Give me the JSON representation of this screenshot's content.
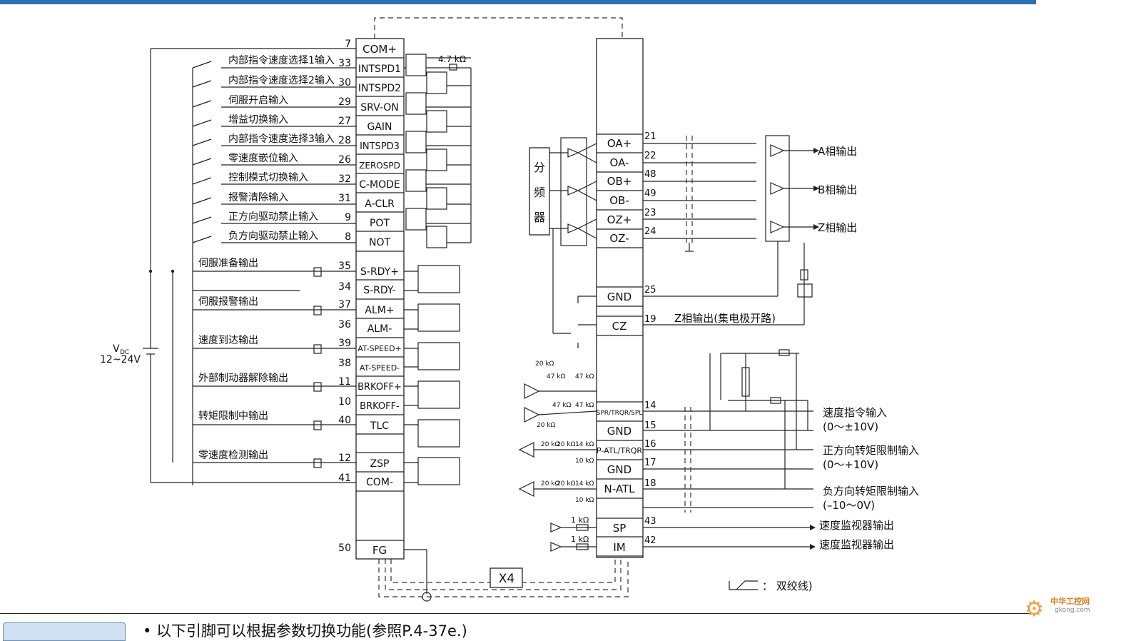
{
  "left_connector": [
    {
      "num": "7",
      "pin": "COM+",
      "label": ""
    },
    {
      "num": "33",
      "pin": "INTSPD1",
      "label": "内部指令速度选择1输入"
    },
    {
      "num": "30",
      "pin": "INTSPD2",
      "label": "内部指令速度选择2输入"
    },
    {
      "num": "29",
      "pin": "SRV-ON",
      "label": "伺服开启输入"
    },
    {
      "num": "27",
      "pin": "GAIN",
      "label": "增益切换输入"
    },
    {
      "num": "28",
      "pin": "INTSPD3",
      "label": "内部指令速度选择3输入"
    },
    {
      "num": "26",
      "pin": "ZEROSPD",
      "label": "零速度嵌位输入"
    },
    {
      "num": "32",
      "pin": "C-MODE",
      "label": "控制模式切换输入"
    },
    {
      "num": "31",
      "pin": "A-CLR",
      "label": "报警清除输入"
    },
    {
      "num": "9",
      "pin": "POT",
      "label": "正方向驱动禁止输入"
    },
    {
      "num": "8",
      "pin": "NOT",
      "label": "负方向驱动禁止输入"
    }
  ],
  "outputs": [
    {
      "label": "伺服准备输出",
      "n1": "35",
      "p1": "S-RDY+",
      "n2": "34",
      "p2": "S-RDY-"
    },
    {
      "label": "伺服报警输出",
      "n1": "37",
      "p1": "ALM+",
      "n2": "36",
      "p2": "ALM-"
    },
    {
      "label": "速度到达输出",
      "n1": "39",
      "p1": "AT-SPEED+",
      "n2": "38",
      "p2": "AT-SPEED-"
    },
    {
      "label": "外部制动器解除输出",
      "n1": "11",
      "p1": "BRKOFF+",
      "n2": "10",
      "p2": "BRKOFF-"
    },
    {
      "label": "转矩限制中输出",
      "n1": "40",
      "p1": "TLC",
      "n2": "",
      "p2": ""
    },
    {
      "label": "零速度检测输出",
      "n1": "12",
      "p1": "ZSP",
      "n2": "41",
      "p2": "COM-"
    }
  ],
  "fg": {
    "num": "50",
    "pin": "FG"
  },
  "resistor_4k7": "4.7 kΩ",
  "vdc": {
    "main": "V",
    "sub": "DC",
    "range": "12~24V"
  },
  "x4": "X4",
  "divider": [
    "分",
    "频",
    "器"
  ],
  "right_connector": [
    {
      "num": "21",
      "pin": "OA+"
    },
    {
      "num": "22",
      "pin": "OA-"
    },
    {
      "num": "48",
      "pin": "OB+"
    },
    {
      "num": "49",
      "pin": "OB-"
    },
    {
      "num": "23",
      "pin": "OZ+"
    },
    {
      "num": "24",
      "pin": "OZ-"
    },
    {
      "num": "25",
      "pin": "GND"
    },
    {
      "num": "19",
      "pin": "CZ"
    },
    {
      "num": "14",
      "pin": "SPR/TRQR/SPL"
    },
    {
      "num": "15",
      "pin": "GND"
    },
    {
      "num": "16",
      "pin": "P-ATL/TRQR"
    },
    {
      "num": "17",
      "pin": "GND"
    },
    {
      "num": "18",
      "pin": "N-ATL"
    },
    {
      "num": "43",
      "pin": "SP"
    },
    {
      "num": "42",
      "pin": "IM"
    }
  ],
  "encoder_outputs": [
    "A相输出",
    "B相输出",
    "Z相输出"
  ],
  "cz_label": "Z相输出(集电极开路)",
  "analog_inputs": [
    {
      "l1": "速度指令输入",
      "l2": "(0～±10V)"
    },
    {
      "l1": "正方向转矩限制输入",
      "l2": "(0～+10V)"
    },
    {
      "l1": "负方向转矩限制输入",
      "l2": "(–10～0V)"
    }
  ],
  "monitors": [
    {
      "res": "1 kΩ",
      "label": "速度监视器输出"
    },
    {
      "res": "1 kΩ",
      "label": "速度监视器输出"
    }
  ],
  "small_res": {
    "r20": "20 kΩ",
    "r47": "47 kΩ",
    "r14": "14 kΩ",
    "r10": "10 kΩ"
  },
  "twisted_pair_legend": "：  双绞线)",
  "footer_note": "• 以下引脚可以根据参数切换功能(参照P.4-37e.)",
  "watermark": {
    "cn": "中华工控网",
    "url": "gkong.com"
  }
}
